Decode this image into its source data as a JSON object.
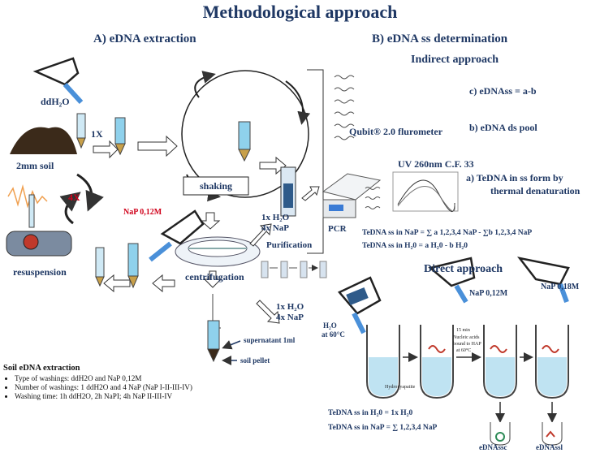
{
  "title": "Methodological approach",
  "sectionA": {
    "title": "A)    eDNA extraction"
  },
  "sectionB": {
    "title": "B)   eDNA ss determination"
  },
  "indirect": {
    "title": "Indirect approach"
  },
  "direct": {
    "title": "Direct approach"
  },
  "labels": {
    "ddh2o": "ddH₂O",
    "onex": "1X",
    "fourx": "4X",
    "soil": "2mm  soil",
    "resuspension": "resuspension",
    "shaking": "shaking",
    "nap012": "NaP 0,12M",
    "centrifugation": "centrifugation",
    "washes1": "1x H₂O",
    "washes2": "4x NaP",
    "washesB1": "1x H₂O",
    "washesB2": "4x NaP",
    "purification": "Purification",
    "pcr": "PCR",
    "supernatant": "supernatant 1ml",
    "soilpellet": "soil pellet",
    "qubit": "Qubit® 2.0 flurometer",
    "uv": "UV 260nm   C.F. 33",
    "c": "c) eDNAss = a-b",
    "b": "b) eDNA ds pool",
    "a1": "a)   TeDNA in ss form by",
    "a2": "thermal denaturation",
    "eq1": "TeDNA ss in NaP = ∑ a 1,2,3,4  NaP  - ∑b 1,2,3,4 NaP",
    "eq2": "TeDNA  ss  in H₂0 = a H₂0  - b H₂0",
    "directNap012": "NaP 0,12M",
    "directNap018": "NaP 0,18M",
    "h2o60a": "H₂O",
    "h2o60b": "at 60°C",
    "eq3": "TeDNA  ss  in H₂0 = 1x H₂0",
    "eq4": "TeDNA  ss  in NaP = ∑ 1,2,3,4  NaP",
    "eDNAssc": "eDNAssc",
    "eDNAssl": "eDNAssl",
    "min15a": "15 min",
    "min15b": "Nucleic acids",
    "min15c": "bound to HAP",
    "min15d": "at 60°C",
    "hydroxyapatite": "Hydroxyapatite"
  },
  "box": {
    "title": "Soil eDNA extraction",
    "items": [
      "Type of washings: ddH2O  and NaP 0,12M",
      "Number of washings: 1 ddH2O and 4 NaP (NaP I-II-III-IV)",
      "Washing time: 1h ddH2O, 2h NaPI; 4h  NaP II-III-IV"
    ]
  },
  "colors": {
    "navy": "#1f3864",
    "red": "#d0021b",
    "tube": "#7ec8e3",
    "soil": "#3b2a1a"
  }
}
